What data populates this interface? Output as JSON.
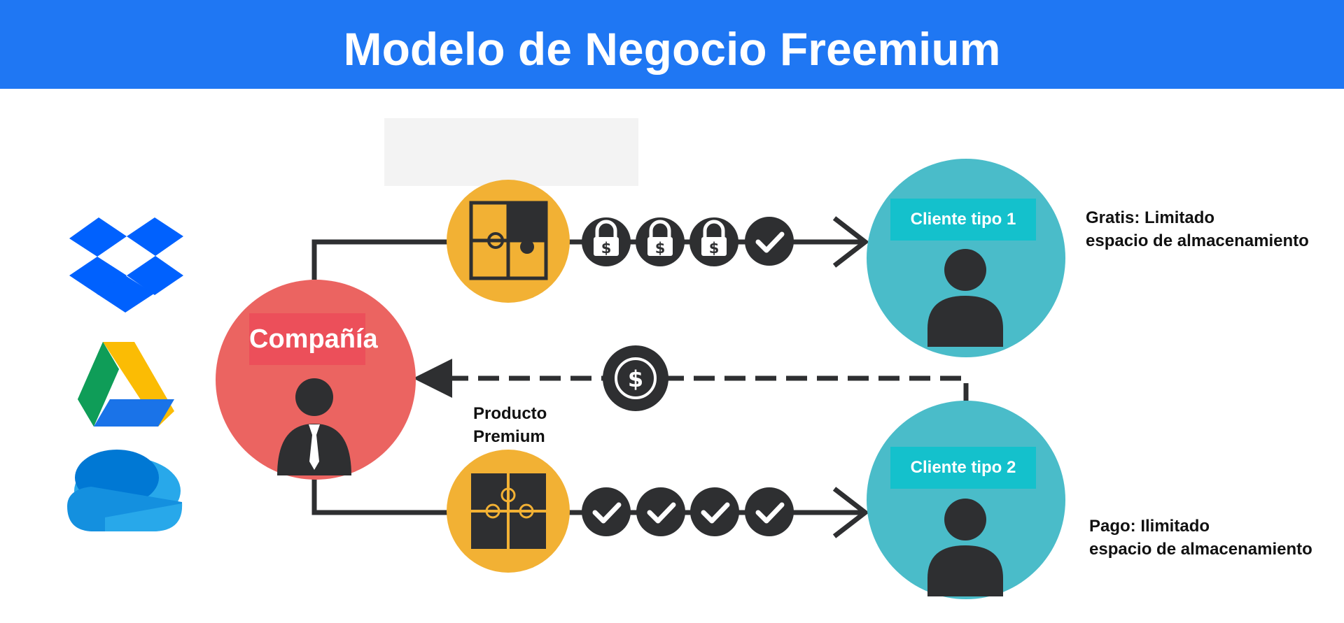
{
  "header": {
    "title": "Modelo de Negocio Freemium",
    "color": "#1f77f3"
  },
  "company": {
    "label": "Compañía",
    "color": "#eb6461"
  },
  "clients": [
    {
      "label": "Cliente tipo 1",
      "description_line1": "Gratis: Limitado",
      "description_line2": "espacio de almacenamiento"
    },
    {
      "label": "Cliente tipo 2",
      "description_line1": "Pago: Ilimitado",
      "description_line2": "espacio de almacenamiento"
    }
  ],
  "premium_product": {
    "line1": "Producto",
    "line2": "Premium"
  },
  "services": [
    {
      "icon": "dropbox-logo-icon"
    },
    {
      "icon": "google-drive-logo-icon"
    },
    {
      "icon": "onedrive-logo-icon"
    }
  ],
  "colors": {
    "puzzle_circle": "#f2b134",
    "client_circle": "#4abcc9",
    "dark": "#2e2f31",
    "pill": "#14c1cc"
  }
}
